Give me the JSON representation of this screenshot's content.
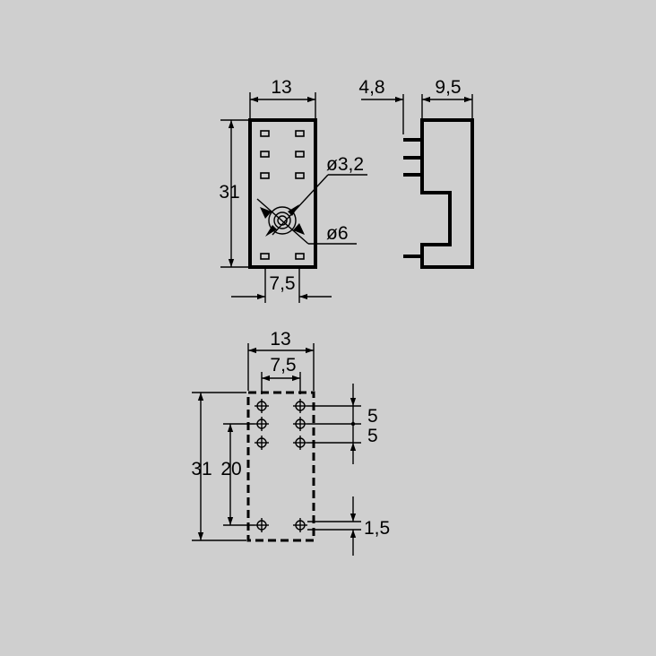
{
  "colors": {
    "background": "#cfcfcf",
    "ink": "#000000"
  },
  "front_view": {
    "width_label": "13",
    "height_label": "31",
    "center_spacing_label": "7,5",
    "inner_diameter_label": "ø3,2",
    "outer_diameter_label": "ø6"
  },
  "side_view": {
    "pin_length_label": "4,8",
    "depth_label": "9,5"
  },
  "footprint": {
    "width_label": "13",
    "column_spacing_label": "7,5",
    "height_label": "31",
    "row_span_label": "20",
    "pitch_1_label": "5",
    "pitch_2_label": "5",
    "pin_offset_label": "1,5"
  }
}
